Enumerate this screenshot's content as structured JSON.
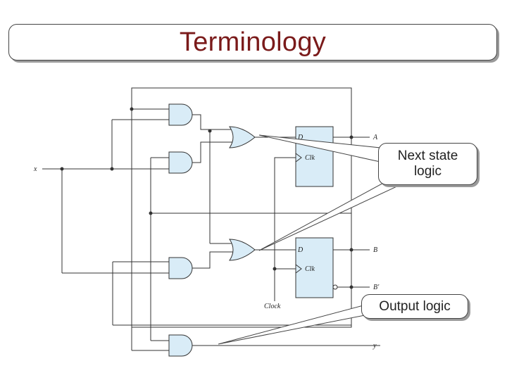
{
  "title": "Terminology",
  "callouts": {
    "next_state": [
      "Next state",
      "logic"
    ],
    "output": "Output logic"
  },
  "diagram": {
    "input_x": "x",
    "output_y": "y",
    "ff_d": "D",
    "ff_clk": "Clk",
    "output_a": "A",
    "output_b": "B",
    "output_b_not": "B'",
    "clock": "Clock"
  },
  "colors": {
    "title": "#7a1a1a",
    "component_fill": "#d9ecf7"
  }
}
